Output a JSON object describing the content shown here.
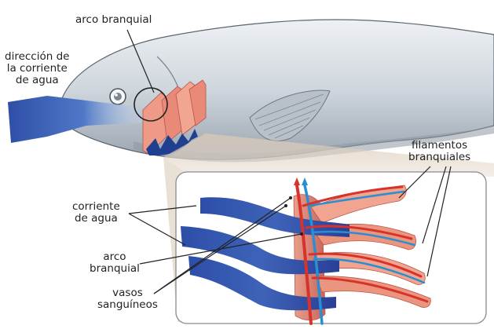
{
  "labels": {
    "gill_arch_top": "arco branquial",
    "water_direction": [
      "dirección de",
      "la corriente",
      "de agua"
    ],
    "gill_filaments": [
      "filamentos",
      "branquiales"
    ],
    "water_current": [
      "corriente",
      "de agua"
    ],
    "gill_arch_inset": [
      "arco",
      "branquial"
    ],
    "blood_vessels": [
      "vasos",
      "sanguíneos"
    ]
  },
  "colors": {
    "fish_body": "#d7dde3",
    "fish_shadow": "#a9b3bd",
    "water_blue": "#2b4fa8",
    "gill_red": "#d7332f",
    "gill_pink": "#f0a790",
    "vessel_blue": "#2a8fd0",
    "inset_border": "#8a8a8a",
    "beam": "#d8c7b4"
  }
}
